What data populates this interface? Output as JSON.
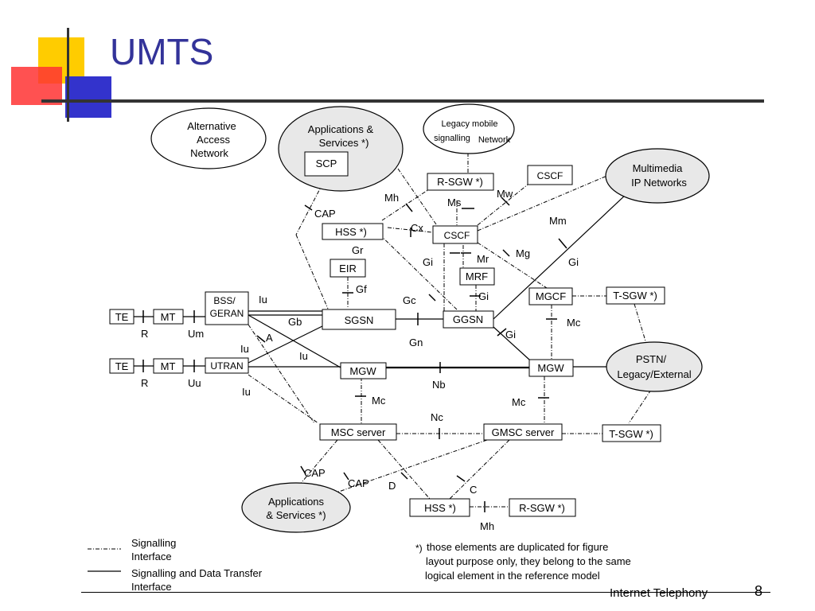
{
  "slide": {
    "title": "UMTS",
    "footer_title": "Internet Telephony",
    "page_number": "8"
  },
  "colors": {
    "title": "#333399",
    "deco_yellow": "#FFCC00",
    "deco_blue": "#3333CC",
    "deco_red": "#FF3333"
  },
  "diagram": {
    "clouds": {
      "alt_access": [
        "Alternative",
        "Access",
        "Network"
      ],
      "apps_top": [
        "Applications &",
        "Services  *)"
      ],
      "legacy_mobile": [
        "Legacy mobile",
        "signalling",
        "Network"
      ],
      "multimedia": [
        "Multimedia",
        "IP Networks"
      ],
      "pstn": [
        "PSTN/",
        "Legacy/External"
      ],
      "apps_bottom": [
        "Applications",
        "& Services *)"
      ]
    },
    "nodes": {
      "scp": "SCP",
      "rsgw_top": "R-SGW *)",
      "cscf_top": "CSCF",
      "hss_top": "HSS *)",
      "cscf_mid": "CSCF",
      "eir": "EIR",
      "mrf": "MRF",
      "mgcf": "MGCF",
      "tsgw_top": "T-SGW *)",
      "te1": "TE",
      "mt1": "MT",
      "bss": [
        "BSS/",
        "GERAN"
      ],
      "sgsn": "SGSN",
      "ggsn": "GGSN",
      "te2": "TE",
      "mt2": "MT",
      "utran": "UTRAN",
      "mgw_left": "MGW",
      "mgw_right": "MGW",
      "msc": "MSC server",
      "gmsc": "GMSC server",
      "tsgw_bottom": "T-SGW *)",
      "hss_bottom": "HSS *)",
      "rsgw_bottom": "R-SGW *)"
    },
    "interfaces": {
      "cap1": "CAP",
      "mh1": "Mh",
      "ms": "Ms",
      "mw": "Mw",
      "mm": "Mm",
      "cx": "Cx",
      "gr": "Gr",
      "gi1": "Gi",
      "mr": "Mr",
      "mg": "Mg",
      "gi2": "Gi",
      "gf": "Gf",
      "gc": "Gc",
      "gi3": "Gi",
      "iu1": "Iu",
      "gb": "Gb",
      "r1": "R",
      "um": "Um",
      "a": "A",
      "gn": "Gn",
      "gi4": "Gi",
      "mc1": "Mc",
      "iu2": "Iu",
      "iu3": "Iu",
      "r2": "R",
      "uu": "Uu",
      "iu4": "Iu",
      "nb": "Nb",
      "mc2": "Mc",
      "mc3": "Mc",
      "nc": "Nc",
      "cap2": "CAP",
      "cap3": "CAP",
      "d": "D",
      "c": "C",
      "mh2": "Mh"
    },
    "legend": {
      "signalling": [
        "Signalling",
        "Interface"
      ],
      "data": [
        "Signalling and Data Transfer",
        "Interface"
      ]
    },
    "note": {
      "marker": "*)",
      "lines": [
        "those elements are duplicated for figure",
        "layout purpose only, they belong to the same",
        "logical element in the reference model"
      ]
    }
  }
}
